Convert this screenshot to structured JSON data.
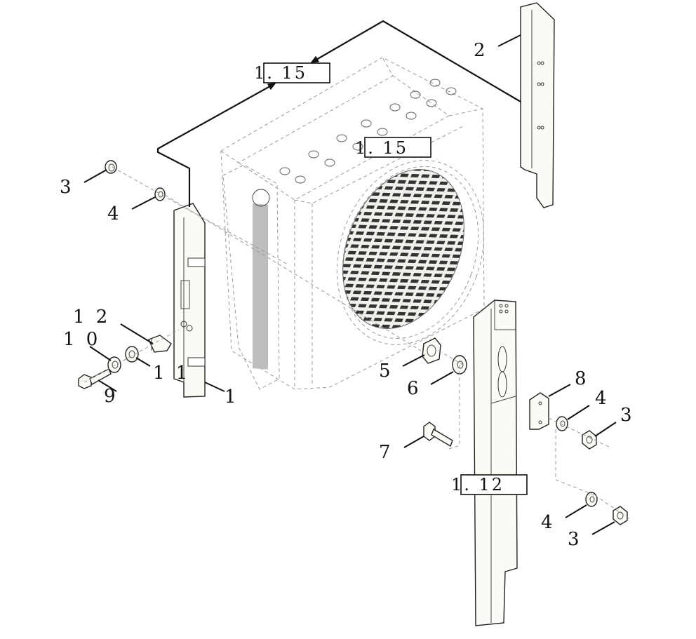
{
  "references": [
    {
      "id": "ref-top",
      "label": "1. 15"
    },
    {
      "id": "ref-mid",
      "label": "1. 15"
    },
    {
      "id": "ref-bottom",
      "label": "1. 12"
    }
  ],
  "callouts": {
    "c1": "1",
    "c2": "2",
    "c3a": "3",
    "c4a": "4",
    "c3b": "3",
    "c4b": "4",
    "c3c": "3",
    "c4c": "4",
    "c5": "5",
    "c6": "6",
    "c7": "7",
    "c8": "8",
    "c9": "9",
    "c10": "1 0",
    "c11": "1 1",
    "c12": "1 2"
  }
}
